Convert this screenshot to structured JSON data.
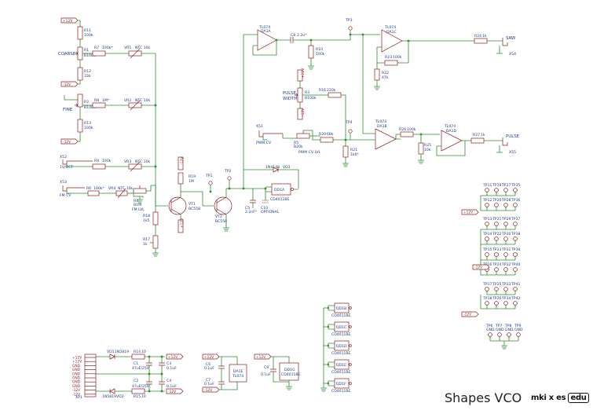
{
  "title": "Shapes VCO",
  "logo": {
    "left": "mki",
    "x": "x",
    "right": "es",
    "box": "edu"
  },
  "power": {
    "pos12": "+12V",
    "neg12": "-12V"
  },
  "labels": {
    "coarse": "COARSE",
    "fine": "FINE",
    "x52": "X52",
    "x52_sub": "1V/OCT",
    "x53": "X53",
    "x53_sub": "FM CV",
    "x51": "X51",
    "x51_sub": "PWM CV",
    "pulse_width": "PULSE",
    "pulse_width2": "WIDTH",
    "saw": "SAW",
    "x54": "X54",
    "pulse": "PULSE",
    "x55": "X55",
    "fm_lvl": "FM LVL",
    "pwm_cv_lvl": "PWM CV LVL",
    "optional": "OPTIONAL"
  },
  "components": {
    "r11": "R11",
    "r11v": "100k",
    "r1": "R1",
    "r1v": "B100k",
    "r7": "R7",
    "r7v": "100k*",
    "vr1": "VR1",
    "vr1v": "NTC 10k",
    "r12": "R12",
    "r12v": "33k",
    "r2": "R2",
    "r2v": "B100k",
    "r8": "R8",
    "r8v": "1M*",
    "vr2": "VR2",
    "vr2v": "NTC 10k",
    "r13": "R13",
    "r13v": "100k",
    "r9": "R9",
    "r9v": "100k",
    "vr3": "VR3",
    "vr3v": "NTC 10k",
    "r6": "R6",
    "r6v": "100k*",
    "vr4": "VR4",
    "vr4v": "NTC 10k",
    "r4": "R4",
    "r4v": "B1M",
    "r18": "R18",
    "r18v": "1k5",
    "r17": "R17",
    "r17v": "1k",
    "r19": "R19",
    "r19v": "1M",
    "vt1": "VT1",
    "vt1v": "BC558",
    "vt2": "VT2",
    "vt2v": "BC558",
    "tp1": "TP1",
    "tp2": "TP2",
    "c5": "C5",
    "c5v": "2.2nF*",
    "c10": "C10",
    "vd3": "VD3",
    "vd3v": "1N4148",
    "dd1a": "DD1A",
    "dd1av": "CD4011BE",
    "da1a": "DA1A",
    "da1av": "TL074",
    "c8": "C8",
    "c8v": "2.2u*",
    "r10": "R10",
    "r10v": "100k",
    "tp3": "TP3",
    "da1c": "DA1C",
    "da1cv": "TL074",
    "r23": "R23",
    "r23v": "100k",
    "r22": "R22",
    "r22v": "47k",
    "r24": "R24",
    "r24v": "1k",
    "r3": "R3",
    "r3v": "B100k",
    "r5": "R5",
    "r5v": "B20k",
    "r20": "R20",
    "r20v": "68k",
    "r16": "R16",
    "r16v": "220k",
    "r21": "R21",
    "r21v": "1k6*",
    "tp4": "TP4",
    "da1b": "DA1B",
    "da1bv": "TL074",
    "r26": "R26",
    "r26v": "100k",
    "r25": "R25",
    "r25v": "10k",
    "da1d": "DA1D",
    "da1dv": "TL074",
    "r27": "R27",
    "r27v": "1k",
    "xp1": "XP1",
    "vd1": "VD1",
    "vd1v": "1N5819",
    "r14": "R14",
    "r14v": "10",
    "vd2": "VD2",
    "vd2v": "1N5819",
    "r15": "R15",
    "r15v": "10",
    "c1": "C1",
    "c1v": "47uF/25V",
    "c3": "C3",
    "c3v": "0.1uF",
    "c2": "C2",
    "c2v": "47uF/25V",
    "c4": "C4",
    "c4v": "0.1uF",
    "c6": "C6",
    "c6v": "0.1uF",
    "c7": "C7",
    "c7v": "0.1uF",
    "da1e": "DA1E",
    "da1ev": "TL074",
    "c9": "C9",
    "c9v": "0.1uF",
    "dd1g": "DD1G",
    "dd1gv": "CD4011BE",
    "dd1b": "DD1B",
    "dd1c": "DD1C",
    "dd1d": "DD1D",
    "dd1e": "DD1E",
    "dd1f": "DD1F",
    "cd": "CD4011BE"
  },
  "header_pins": [
    "+12V",
    "+12V",
    "GND",
    "GND",
    "GND",
    "GND",
    "GND",
    "GND",
    "-12V",
    "-12V"
  ],
  "tp_grid": [
    [
      "TP11",
      "TP19",
      "TP27",
      "TP35"
    ],
    [
      "TP12",
      "TP20",
      "TP28",
      "TP36"
    ],
    [
      "TP13",
      "TP21",
      "TP29",
      "TP37"
    ],
    [
      "TP14",
      "TP22",
      "TP30",
      "TP38"
    ],
    [
      "TP15",
      "TP23",
      "TP31",
      "TP39"
    ],
    [
      "TP16",
      "TP24",
      "TP32",
      "TP40"
    ],
    [
      "TP17",
      "TP25",
      "TP33",
      "TP41"
    ],
    [
      "TP18",
      "TP26",
      "TP34",
      "TP42"
    ]
  ],
  "tp_gnd": [
    {
      "name": "TP6",
      "net": "GND"
    },
    {
      "name": "TP7",
      "net": "GND"
    },
    {
      "name": "TP8",
      "net": "GND"
    },
    {
      "name": "TP9",
      "net": "GND"
    }
  ]
}
